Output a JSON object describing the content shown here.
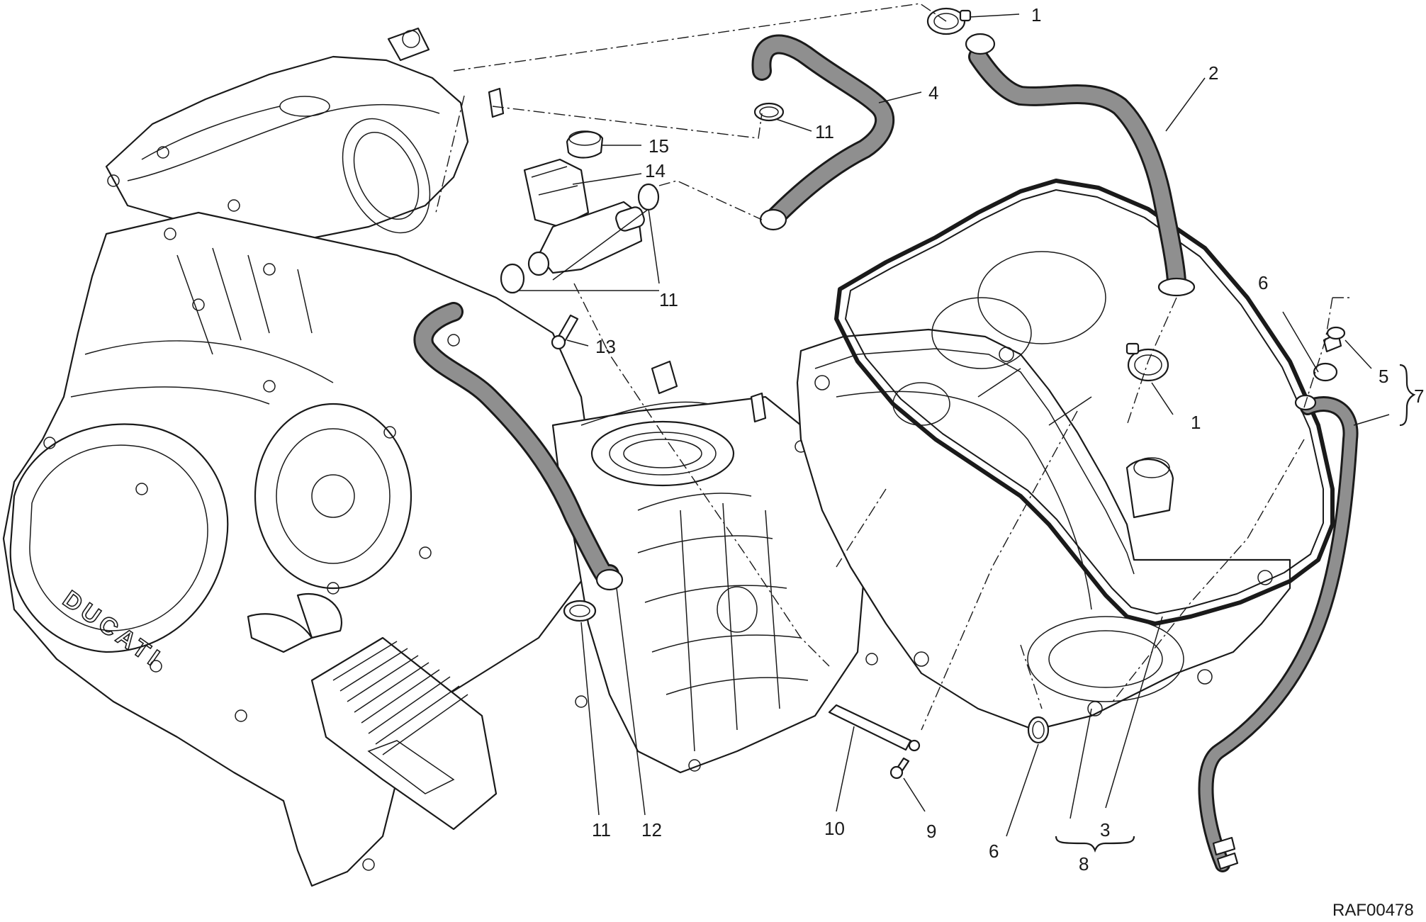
{
  "drawing_code": "RAF00478",
  "engine_logo": "DUCATI",
  "callouts": [
    {
      "id": "c1a",
      "label": "1"
    },
    {
      "id": "c2",
      "label": "2"
    },
    {
      "id": "c4",
      "label": "4"
    },
    {
      "id": "c11a",
      "label": "11"
    },
    {
      "id": "c15",
      "label": "15"
    },
    {
      "id": "c14",
      "label": "14"
    },
    {
      "id": "c11b",
      "label": "11"
    },
    {
      "id": "c13",
      "label": "13"
    },
    {
      "id": "c6a",
      "label": "6"
    },
    {
      "id": "c5",
      "label": "5"
    },
    {
      "id": "c7",
      "label": "7"
    },
    {
      "id": "c1b",
      "label": "1"
    },
    {
      "id": "c11c",
      "label": "11"
    },
    {
      "id": "c12",
      "label": "12"
    },
    {
      "id": "c10",
      "label": "10"
    },
    {
      "id": "c9",
      "label": "9"
    },
    {
      "id": "c6b",
      "label": "6"
    },
    {
      "id": "c3",
      "label": "3"
    },
    {
      "id": "c8",
      "label": "8"
    }
  ],
  "colors": {
    "line": "#1a1a1a",
    "hose": "#8f8f8f",
    "background": "#ffffff"
  }
}
